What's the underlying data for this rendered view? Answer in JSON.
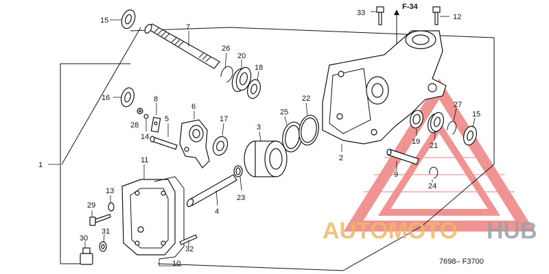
{
  "diagram": {
    "reference_label": "F-34",
    "code": "7698– F3700",
    "watermark": {
      "text_part1": "AUTOMOTO",
      "text_part2": "HUB",
      "color_main": "#f2b766",
      "color_second": "#9aa0a6",
      "triangle_color": "#e23b3b"
    },
    "part_labels": {
      "p1": "1",
      "p2": "2",
      "p3": "3",
      "p4": "4",
      "p5": "5",
      "p6": "6",
      "p7": "7",
      "p8": "8",
      "p9": "9",
      "p10": "10",
      "p11": "11",
      "p12": "12",
      "p13": "13",
      "p14": "14",
      "p15a": "15",
      "p15b": "15",
      "p16": "16",
      "p17": "17",
      "p18": "18",
      "p19": "19",
      "p20": "20",
      "p21": "21",
      "p22": "22",
      "p23": "23",
      "p24": "24",
      "p25": "25",
      "p26": "26",
      "p27": "27",
      "p28": "28",
      "p29": "29",
      "p30": "30",
      "p31": "31",
      "p32": "32",
      "p33": "33"
    }
  }
}
